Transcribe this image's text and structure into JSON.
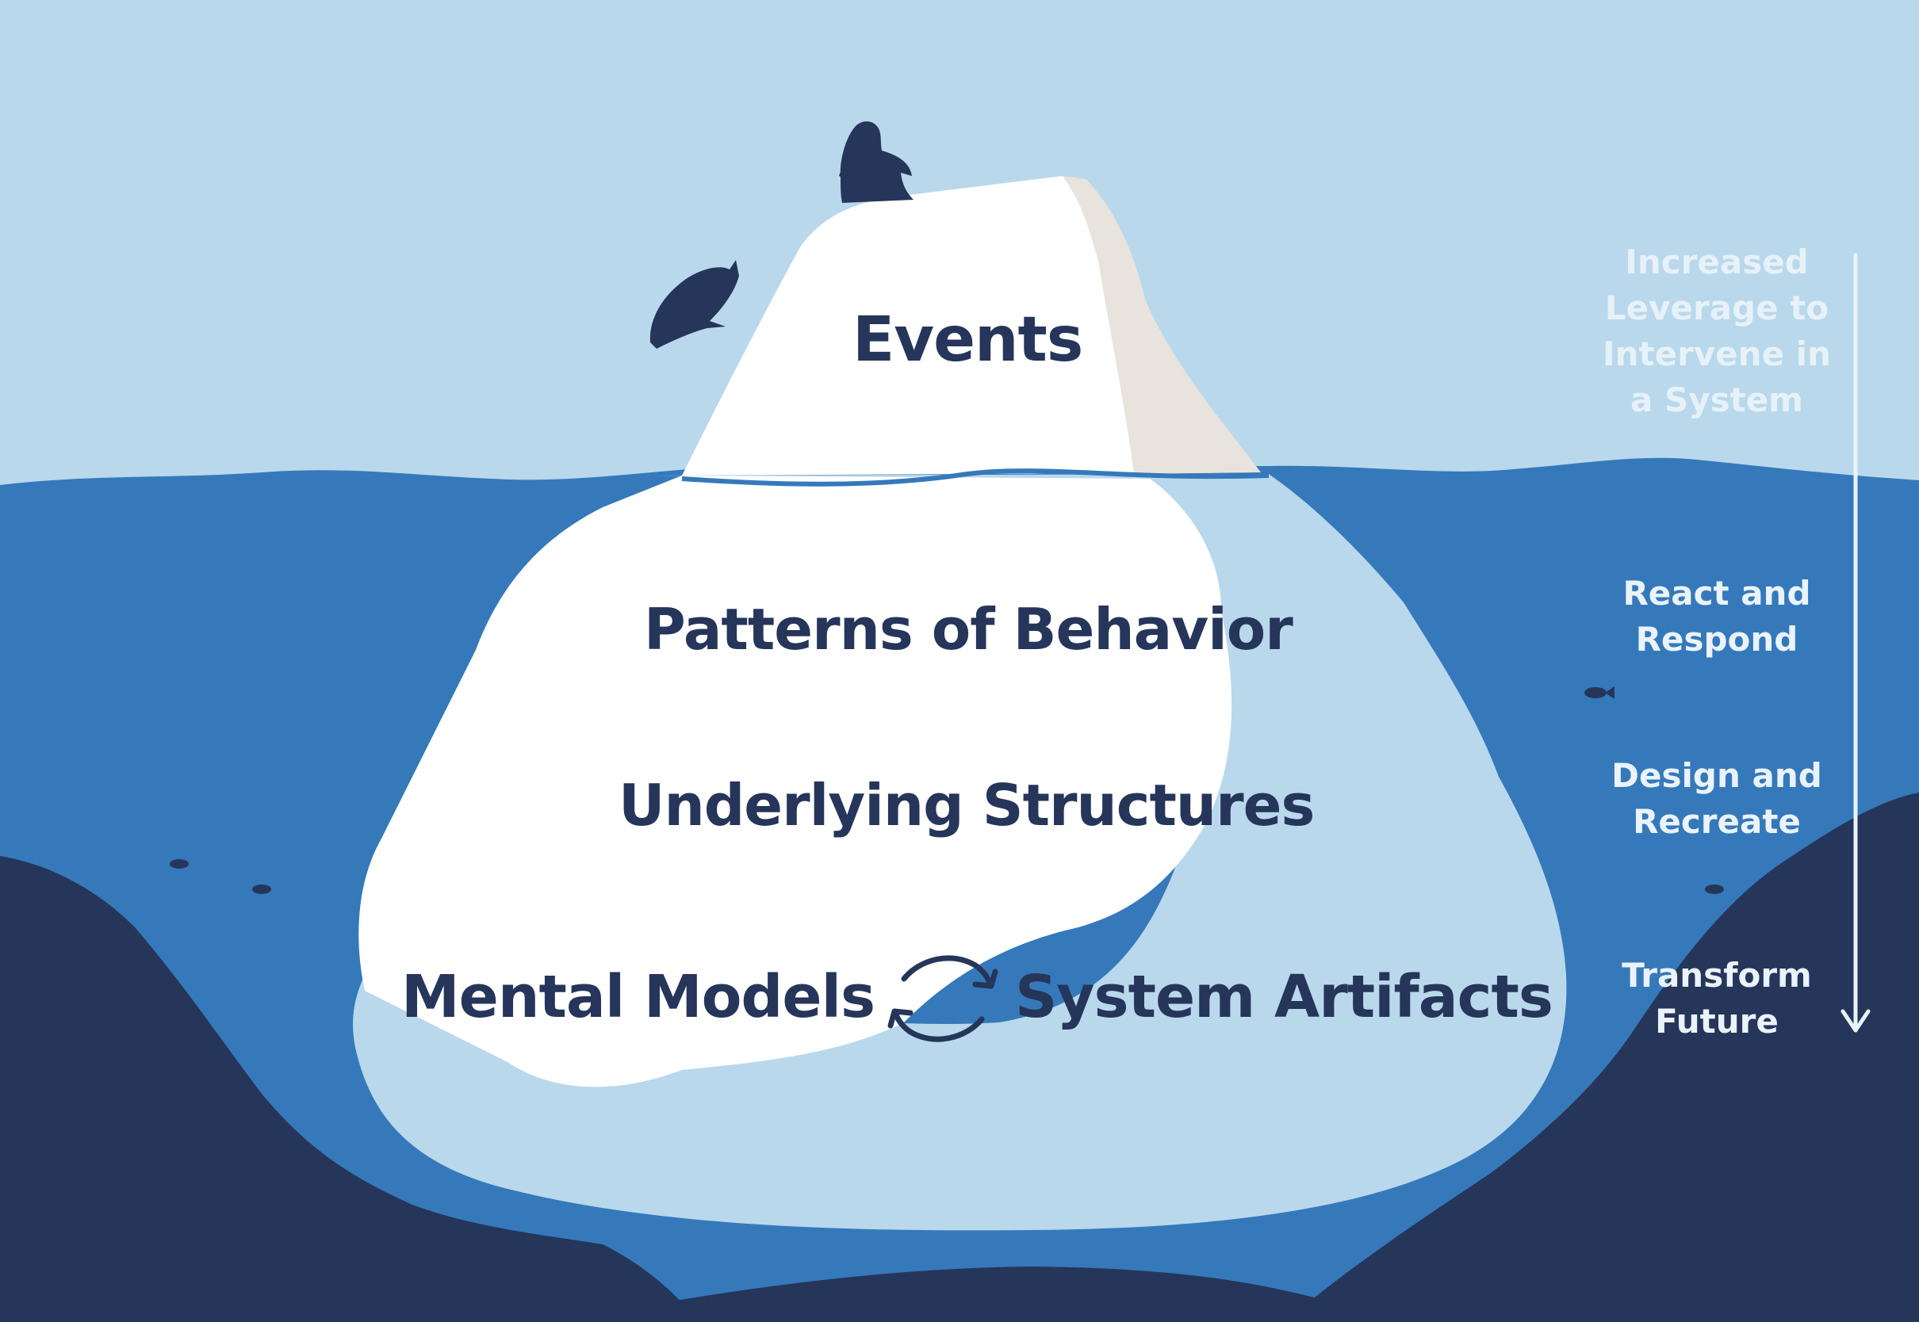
{
  "iceberg": {
    "levels": [
      {
        "label": "Events"
      },
      {
        "label": "Patterns of Behavior"
      },
      {
        "label": "Underlying Structures"
      }
    ],
    "bottom": {
      "left": "Mental Models",
      "right": "System Artifacts",
      "connector_icon": "cycle-arrows-icon"
    }
  },
  "leverage_scale": {
    "header_lines": [
      "Increased",
      "Leverage to",
      "Intervene in",
      "a System"
    ],
    "steps": [
      {
        "lines": [
          "React and",
          "Respond"
        ]
      },
      {
        "lines": [
          "Design and",
          "Recreate"
        ]
      },
      {
        "lines": [
          "Transform",
          "Future"
        ]
      }
    ],
    "arrow_icon": "down-arrow-icon"
  },
  "decor": [
    "penguin-icon",
    "diving-penguin-icon",
    "fish-icon"
  ],
  "colors": {
    "sky": "#b9d8ec",
    "water": "#3579bb",
    "ice": "#ffffff",
    "ice_shadow": "#b9d8ec",
    "rocks": "#26355a",
    "text": "#26355a"
  }
}
